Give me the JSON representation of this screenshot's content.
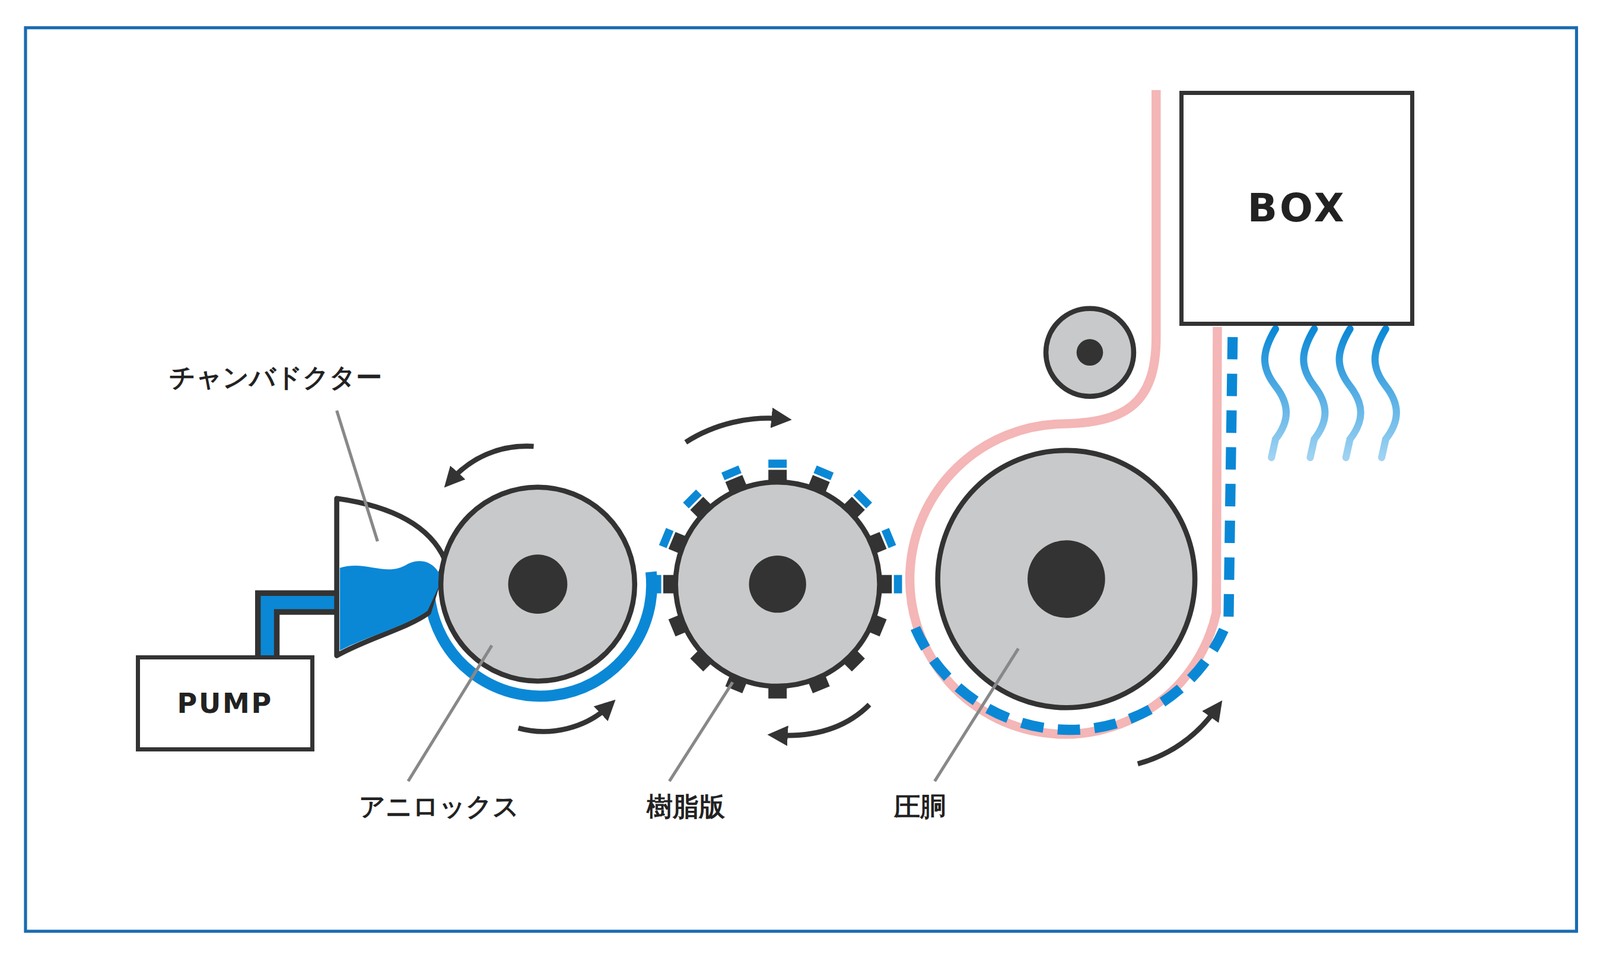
{
  "diagram": {
    "nodes": [
      {
        "text": [
          "PUMP"
        ]
      },
      {
        "text": [
          "BOX"
        ]
      }
    ],
    "labels": [
      "チャンバドクター",
      "アニロックス",
      "樹脂版",
      "圧胴"
    ]
  }
}
